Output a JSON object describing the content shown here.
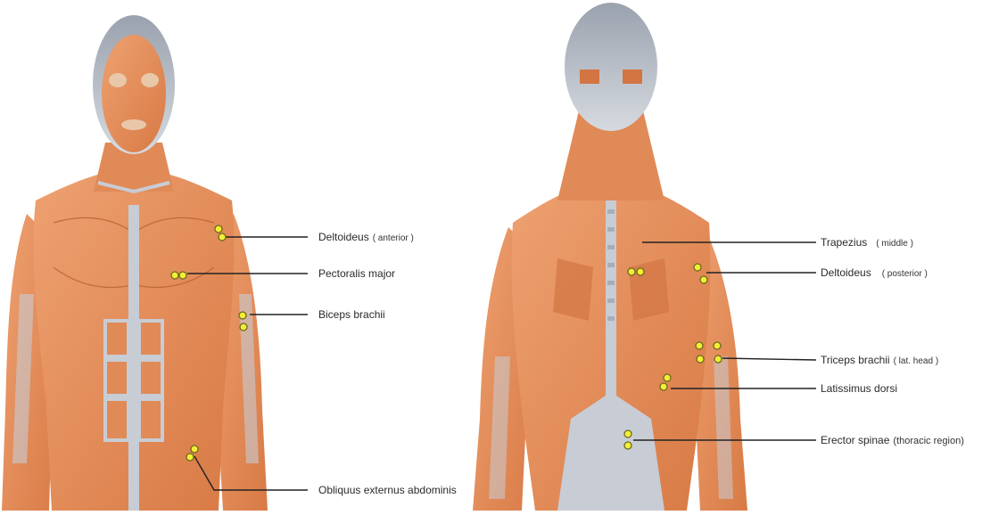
{
  "colors": {
    "muscle": "#e7925f",
    "muscle_dark": "#c9683a",
    "tendon": "#c7cbd3",
    "electrode": "#f4ee35",
    "electrode_edge": "#6b6b1e",
    "leader_line": "#222222"
  },
  "front_view": {
    "labels": [
      {
        "name": "Deltoideus",
        "qualifier": "( anterior )"
      },
      {
        "name": "Pectoralis major",
        "qualifier": ""
      },
      {
        "name": "Biceps brachii",
        "qualifier": ""
      },
      {
        "name": "Obliquus externus abdominis",
        "qualifier": ""
      }
    ]
  },
  "back_view": {
    "labels": [
      {
        "name": "Trapezius",
        "qualifier": "( middle )"
      },
      {
        "name": "Deltoideus",
        "qualifier": "( posterior )"
      },
      {
        "name": "Triceps brachii",
        "qualifier": "( lat. head )"
      },
      {
        "name": "Latissimus dorsi",
        "qualifier": ""
      },
      {
        "name": "Erector spinae",
        "qualifier": "(thoracic region)"
      }
    ]
  }
}
